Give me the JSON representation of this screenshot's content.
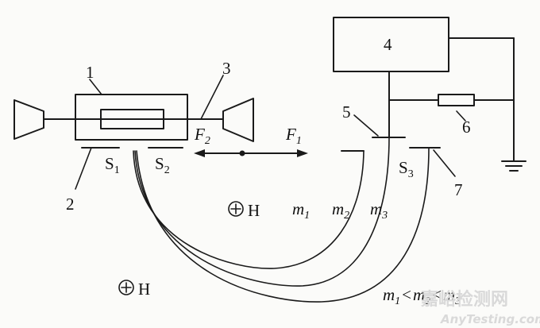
{
  "labels": {
    "n1": "1",
    "n2": "2",
    "n3": "3",
    "n4": "4",
    "n5": "5",
    "n6": "6",
    "n7": "7",
    "s1_main": "S",
    "s1_sub": "1",
    "s2_main": "S",
    "s2_sub": "2",
    "s3_main": "S",
    "s3_sub": "3",
    "f1_main": "F",
    "f1_sub": "1",
    "f2_main": "F",
    "f2_sub": "2",
    "h_field": "H",
    "m1_main": "m",
    "m1_sub": "1",
    "m2_main": "m",
    "m2_sub": "2",
    "m3_main": "m",
    "m3_sub": "3",
    "mass_relation_m": "m",
    "mass_relation_1": "1",
    "mass_relation_lt": "<",
    "mass_relation_2": "2",
    "mass_relation_3": "3"
  },
  "watermark": {
    "cn": "嘉峪检测网",
    "en": "AnyTesting.com"
  }
}
